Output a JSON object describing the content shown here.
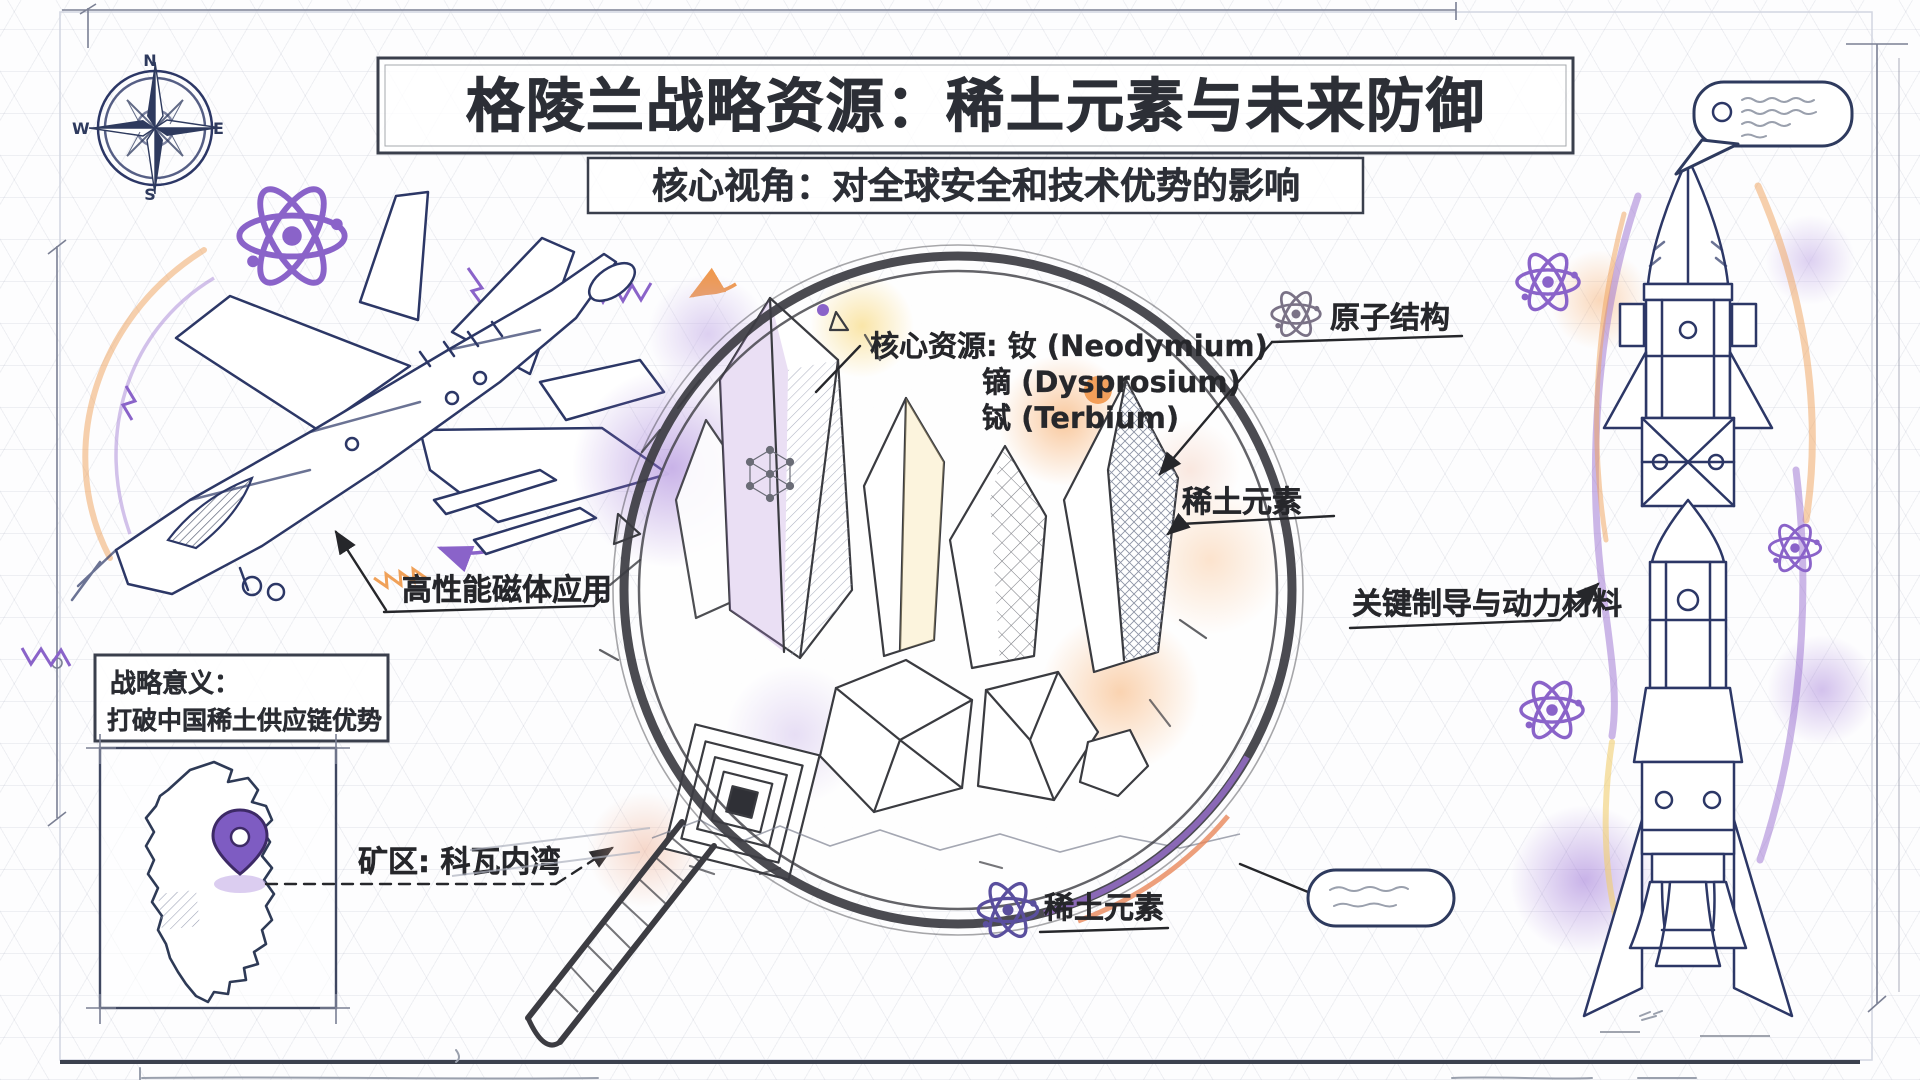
{
  "header": {
    "title": "格陵兰战略资源：稀土元素与未来防御",
    "subtitle": "核心视角：对全球安全和技术优势的影响"
  },
  "compass": {
    "north": "N",
    "east": "E",
    "south": "S",
    "west": "W"
  },
  "jet": {
    "application_label": "高性能磁体应用"
  },
  "strategy_box": {
    "heading": "战略意义：",
    "body": "打破中国稀土供应链优势"
  },
  "map": {
    "mining_area_label": "矿区: 科瓦内湾"
  },
  "lens": {
    "core_resources_line1": "核心资源: 钕 (Neodymium)",
    "core_resources_line2": "镝 (Dysprosium)",
    "core_resources_line3": "铽 (Terbium)",
    "atomic_structure_label": "原子结构",
    "rare_earth_right_label": "稀土元素",
    "rare_earth_bottom_label": "稀土元素"
  },
  "rocket": {
    "materials_label": "关键制导与动力材料"
  },
  "colors": {
    "ink": "#2c3766",
    "charcoal": "#34353b",
    "purple": "#8a63c9",
    "deep_purple": "#5a4f9e",
    "gray_purple": "#7a7286",
    "orange": "#f0a159",
    "yellow": "#f2cf6f",
    "pin": "#7e5cc2"
  }
}
